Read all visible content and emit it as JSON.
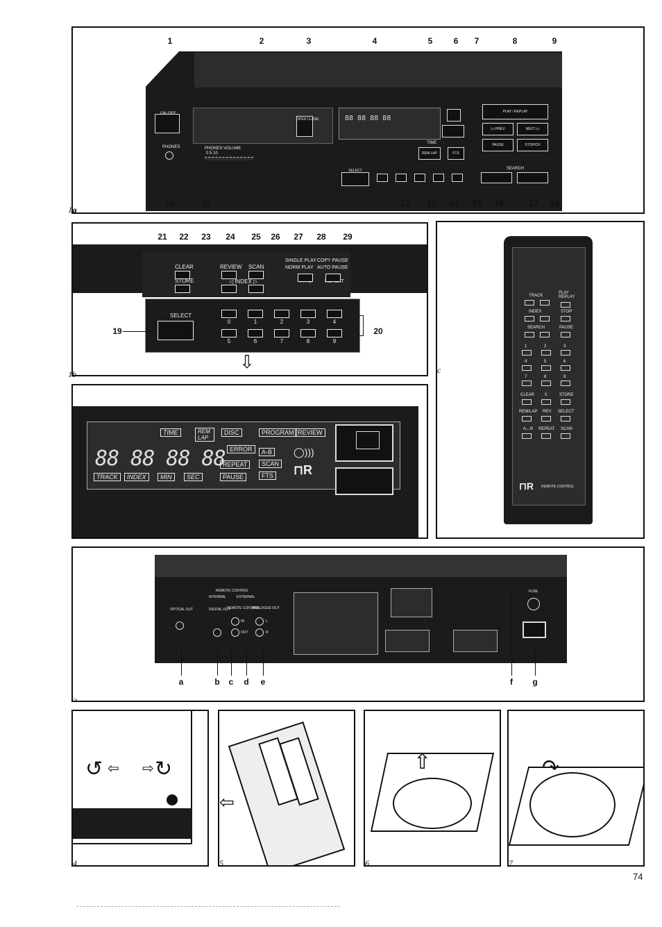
{
  "page": {
    "number": "74"
  },
  "figures": {
    "fig1a": {
      "label": "1a",
      "callouts_top": [
        "1",
        "2",
        "3",
        "4",
        "5",
        "6",
        "7",
        "8",
        "9"
      ],
      "callouts_bottom": [
        "10",
        "11",
        "12",
        "13",
        "14",
        "15",
        "16",
        "17",
        "18"
      ],
      "labels": {
        "on_off": "ON OFF",
        "open_close": "OPEN CLOSE",
        "phones": "PHONES",
        "phones_volume": "PHONES VOLUME",
        "vol_scale": "0       5      10",
        "time": "TIME",
        "rem_lap": "REM LAP",
        "fts": "FTS",
        "select": "SELECT",
        "play_replay": "PLAY / REPLAY",
        "prev": "|◁ PREV",
        "next": "NEXT ▷|",
        "pause": "PAUSE",
        "stop": "STOP/CH",
        "search": "SEARCH"
      }
    },
    "fig1b": {
      "label": "1b",
      "callouts_top": [
        "21",
        "22",
        "23",
        "24",
        "25",
        "26",
        "27",
        "28",
        "29"
      ],
      "callout_19": "19",
      "callout_20": "20",
      "labels": {
        "clear": "CLEAR",
        "store": "STORE",
        "review": "REVIEW",
        "index": "◁ INDEX ▷",
        "scan": "SCAN",
        "single_play": "SINGLE PLAY",
        "norm_play": "NORM PLAY",
        "copy_pause": "COPY PAUSE",
        "auto_pause": "AUTO PAUSE",
        "a_b": "A↔B",
        "repeat": "REPEAT",
        "select": "SELECT"
      },
      "digits": [
        "0",
        "1",
        "2",
        "3",
        "4",
        "5",
        "6",
        "7",
        "8",
        "9"
      ]
    },
    "fig1c": {
      "label": "1c",
      "labels": {
        "track": "TRACK",
        "index": "INDEX",
        "search": "SEARCH",
        "play_replay": "PLAY REPLAY",
        "stop": "STOP",
        "pause": "PAUSE",
        "clear": "CLEAR",
        "store": "STORE",
        "rem_lap": "REM/LAP",
        "rev": "REV",
        "select": "SELECT",
        "a_b": "A↔B",
        "repeat": "REPEAT",
        "scan": "SCAN",
        "brand": "REMOTE CONTROL"
      },
      "digits": [
        "1",
        "2",
        "3",
        "4",
        "5",
        "6",
        "7",
        "8",
        "9",
        "0"
      ]
    },
    "fig2": {
      "label": "2",
      "labels": {
        "time": "TIME",
        "rem_lap": "REM LAP",
        "disc": "DISC",
        "error": "ERROR",
        "program": "PROGRAM",
        "review": "REVIEW",
        "a_b": "A-B",
        "scan": "SCAN",
        "fts": "FTS",
        "repeat": "REPEAT",
        "pause": "PAUSE",
        "track": "TRACK",
        "index": "INDEX",
        "min": "MIN",
        "sec": "SEC",
        "digits": "88 88 88 88"
      }
    },
    "fig3": {
      "label": "3",
      "callouts": [
        "a",
        "b",
        "c",
        "d",
        "e",
        "f",
        "g"
      ],
      "labels": {
        "remote_control": "REMOTE CONTROL",
        "internal": "INTERNAL",
        "external": "EXTERNAL",
        "optical_out": "OPTICAL OUT",
        "digital_out": "DIGITAL OUT",
        "remote_control_jack": "REMOTE CONTROL",
        "analogue_out": "ANALOGUE OUT",
        "in": "IN",
        "out": "OUT",
        "l": "L",
        "r": "R",
        "fuse": "FUSE"
      }
    },
    "fig4": {
      "label": "4"
    },
    "fig5": {
      "label": "5"
    },
    "fig6": {
      "label": "6"
    },
    "fig7": {
      "label": "7"
    }
  }
}
